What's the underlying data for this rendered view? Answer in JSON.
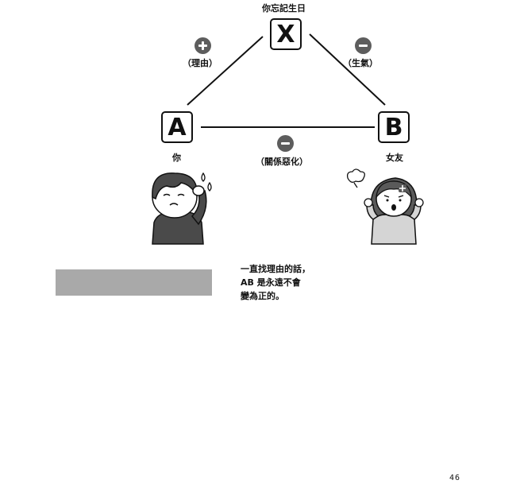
{
  "nodes": {
    "x": {
      "letter": "X",
      "caption": "你忘記生日"
    },
    "a": {
      "letter": "A",
      "caption": "你"
    },
    "b": {
      "letter": "B",
      "caption": "女友"
    }
  },
  "edges": {
    "ax": {
      "sign": "plus",
      "label": "（理由）"
    },
    "xb": {
      "sign": "minus",
      "label": "（生氣）"
    },
    "ab": {
      "sign": "minus",
      "label": "（關係惡化）"
    }
  },
  "note": {
    "lines": [
      "一直找理由的話，",
      "AB 是永遠不會",
      "變為正的。"
    ]
  },
  "page_number": "46",
  "colors": {
    "sign_fill": "#5d5d5d",
    "gray_bar": "#a9a9a9",
    "line": "#111111"
  }
}
